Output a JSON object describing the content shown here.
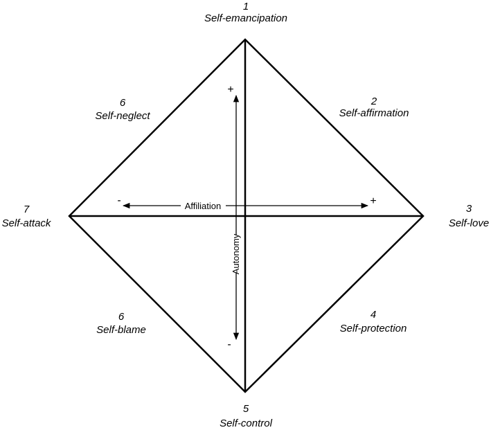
{
  "regions": {
    "top": {
      "number": "1",
      "name": "Self-emancipation"
    },
    "upper_right": {
      "number": "2",
      "name": "Self-affirmation"
    },
    "right": {
      "number": "3",
      "name": "Self-love"
    },
    "lower_right": {
      "number": "4",
      "name": "Self-protection"
    },
    "bottom": {
      "number": "5",
      "name": "Self-control"
    },
    "lower_left": {
      "number": "6",
      "name": "Self-blame"
    },
    "left": {
      "number": "7",
      "name": "Self-attack"
    },
    "upper_left": {
      "number": "6",
      "name": "Self-neglect"
    }
  },
  "axes": {
    "horizontal": {
      "label": "Affiliation",
      "minus": "-",
      "plus": "+"
    },
    "vertical": {
      "label": "Autonomy",
      "minus": "-",
      "plus": "+"
    }
  },
  "colors": {
    "stroke": "#000000",
    "background": "#ffffff"
  }
}
